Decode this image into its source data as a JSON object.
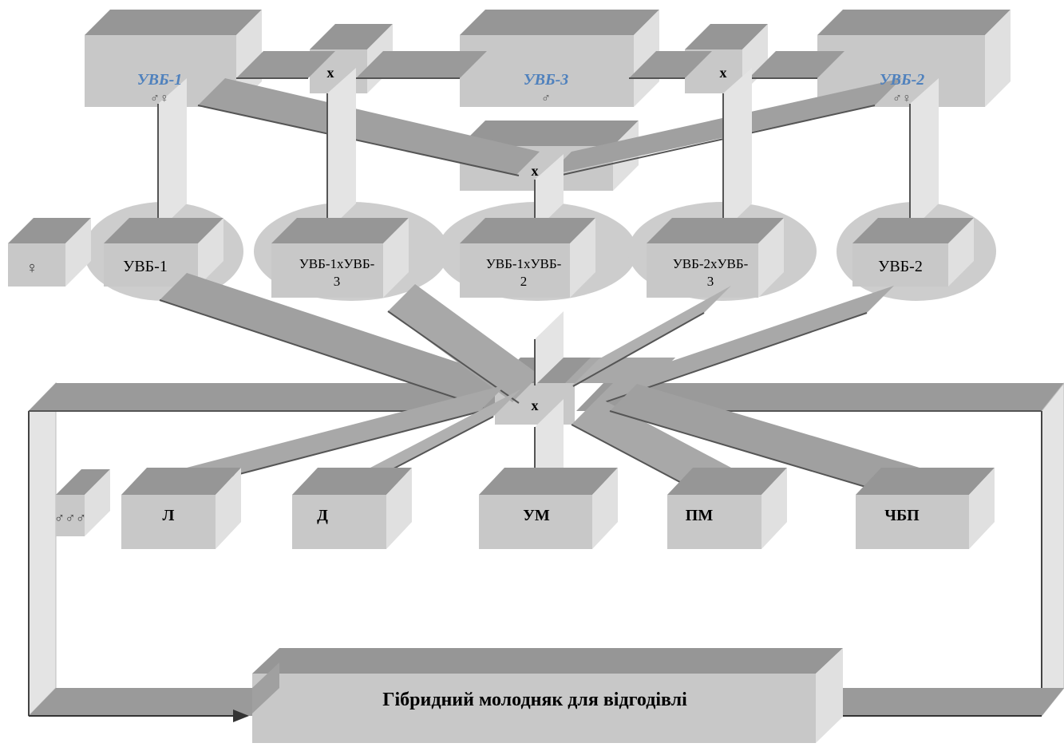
{
  "top_breeds": {
    "uvb1": {
      "label": "УВБ-1",
      "sex": "♂♀"
    },
    "uvb3": {
      "label": "УВБ-3",
      "sex": "♂"
    },
    "uvb2": {
      "label": "УВБ-2",
      "sex": "♂♀"
    }
  },
  "cross_mark": "х",
  "female_symbol": "♀",
  "male_symbols": "♂♂♂",
  "middle_row": [
    {
      "line1": "УВБ-1",
      "line2": ""
    },
    {
      "line1": "УВБ-1хУВБ-",
      "line2": "3"
    },
    {
      "line1": "УВБ-1хУВБ-",
      "line2": "2"
    },
    {
      "line1": "УВБ-2хУВБ-",
      "line2": "3"
    },
    {
      "line1": "УВБ-2",
      "line2": ""
    }
  ],
  "bottom_row": [
    "Л",
    "Д",
    "УМ",
    "ПМ",
    "ЧБП"
  ],
  "result_label": "Гібридний молодняк для відгодівлі",
  "colors": {
    "box_front": "#c8c8c8",
    "box_top": "#969696",
    "box_side": "#e2e2e2",
    "band": "#9e9e9e",
    "band_dark": "#7a7a7a",
    "ellipse": "#cfcfcf",
    "accent_text": "#4f81bd",
    "line": "#444444"
  }
}
